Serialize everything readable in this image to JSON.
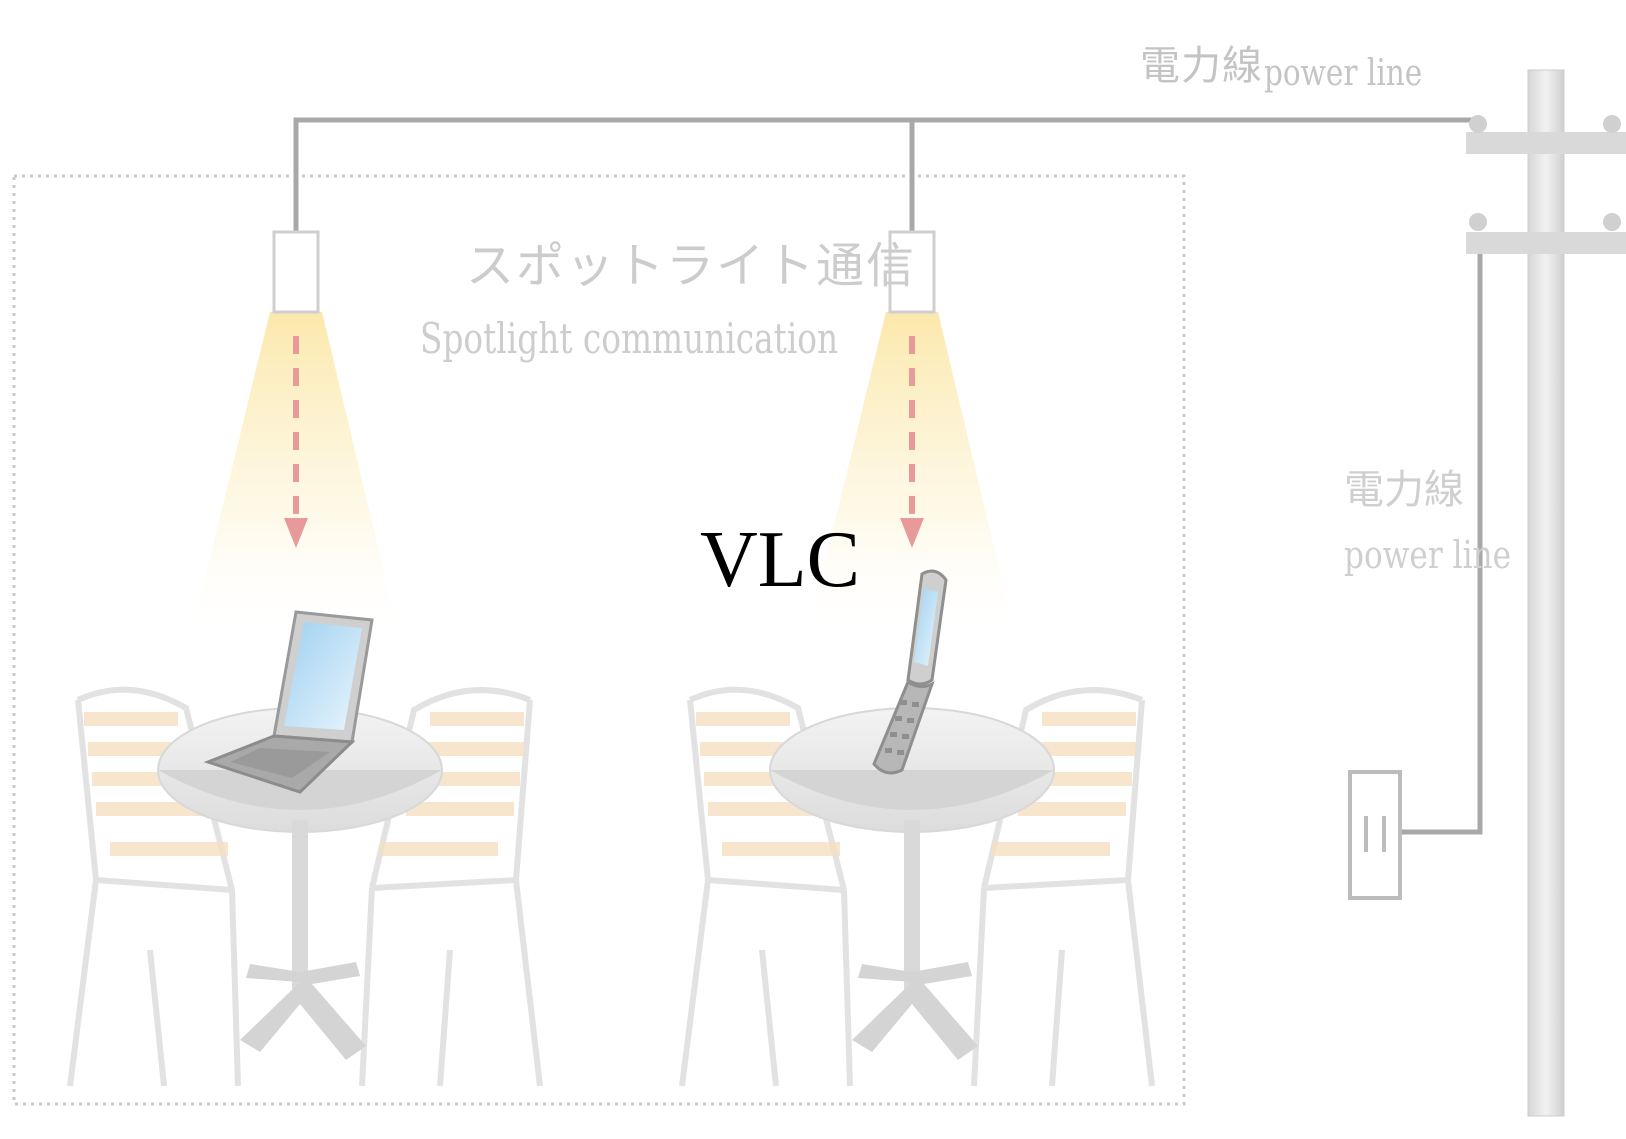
{
  "labels": {
    "power_line_top_jp": "電力線",
    "power_line_top_en": "power line",
    "spotlight_jp": "スポットライト通信",
    "spotlight_en": "Spotlight communication",
    "power_line_right_jp": "電力線",
    "power_line_right_en": "power line",
    "center_label": "VLC"
  },
  "colors": {
    "wire": "#a8a8a8",
    "frame": "#c8c8c8",
    "light_cone": "#fdf0c2",
    "arrow": "#e89a9a",
    "furniture": "#e4e4e4",
    "chair_slat": "#f6dfc2",
    "screen": "#bfe0f4"
  },
  "icons": [
    "spotlight-left-icon",
    "spotlight-right-icon",
    "laptop-icon",
    "mobile-phone-icon",
    "table-icon",
    "chair-icon",
    "utility-pole-icon",
    "power-outlet-icon"
  ]
}
